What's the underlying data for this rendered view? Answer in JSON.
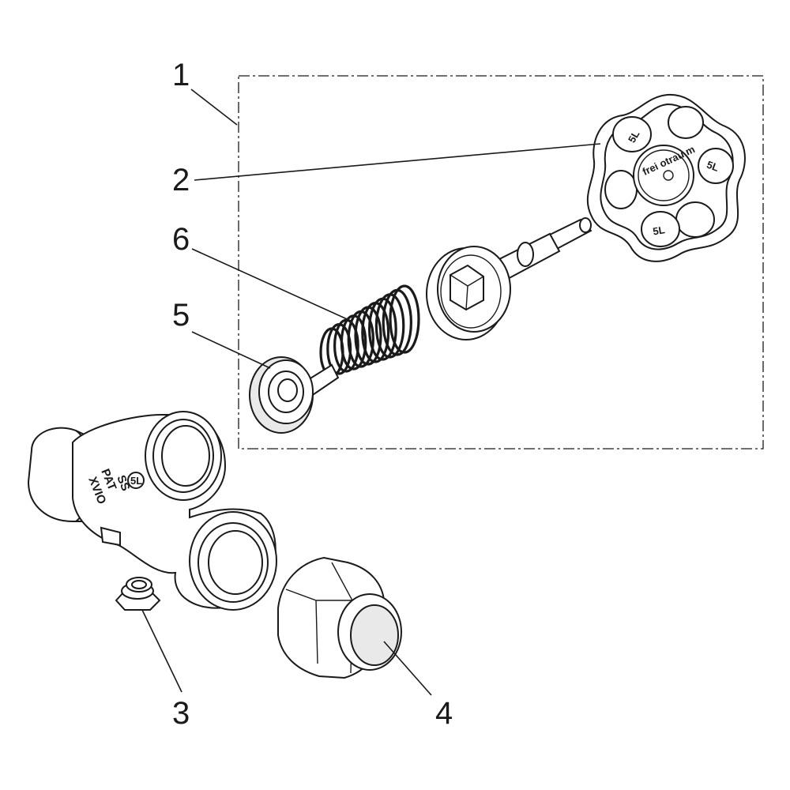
{
  "callouts": [
    {
      "id": "1",
      "text": "1"
    },
    {
      "id": "2",
      "text": "2"
    },
    {
      "id": "3",
      "text": "3"
    },
    {
      "id": "4",
      "text": "4"
    },
    {
      "id": "5",
      "text": "5"
    },
    {
      "id": "6",
      "text": "6"
    }
  ],
  "handwheel": {
    "hub_text": "frei otrau m"
  },
  "body_stamp": {
    "line1": "PAT",
    "line2": "XVIO",
    "line3": "SS"
  },
  "colors": {
    "line": "#1a1a1a",
    "background": "#ffffff"
  }
}
